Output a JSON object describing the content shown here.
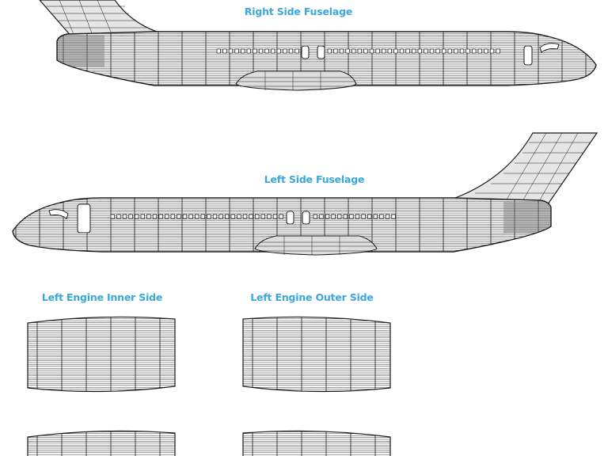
{
  "colors": {
    "label": "#3aa8dc",
    "line": "#1a1a1a",
    "fill": "#e6e6e6",
    "shade": "#888888",
    "background": "#ffffff"
  },
  "labels": {
    "right_fuselage": "Right Side Fuselage",
    "left_fuselage": "Left Side Fuselage",
    "engine_inner": "Left Engine Inner Side",
    "engine_outer": "Left Engine Outer Side"
  }
}
